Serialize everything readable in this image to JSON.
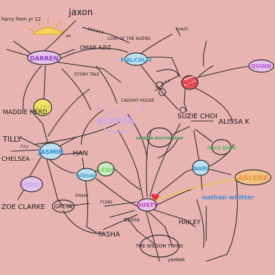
{
  "nodes": {
    "jaxon": {
      "name": "jaxon"
    },
    "harry": {
      "name": "harry from yr 12"
    },
    "darren": {
      "name": "DARREN",
      "color": "#8a3fc6"
    },
    "omar": {
      "name": "OMAR AZIZ"
    },
    "amy": {
      "name": "AMY",
      "color": "#d8c94a"
    },
    "maddie": {
      "name": "MADDIE HERD"
    },
    "malcolm": {
      "name": "MALCOLM",
      "color": "#3f9ac8"
    },
    "harper": {
      "name": "HARPER",
      "color": "#c8a8e8"
    },
    "jasmin": {
      "name": "JASMIN",
      "color": "#2f8bd6"
    },
    "tilly": {
      "name": "TILLY"
    },
    "chelsea": {
      "name": "CHELSEA"
    },
    "han": {
      "name": "HAN"
    },
    "allison": {
      "name": "allison",
      "color": "#3f9ac8"
    },
    "leah": {
      "name": "LEAH",
      "color": "#7ec86a"
    },
    "missy": {
      "name": "MISSY",
      "color": "#c8a8e8"
    },
    "greta": {
      "name": "GRETA"
    },
    "zoe": {
      "name": "ZOE CLARKE"
    },
    "suzie": {
      "name": "SUZIE CHOI"
    },
    "alissa": {
      "name": "ALISSA K"
    },
    "quinn": {
      "name": "QUINN",
      "color": "#b45ad8"
    },
    "fred": {
      "name": "FRED",
      "color": "#d83a4a"
    },
    "nari": {
      "name": "NARI",
      "color": "#3f9ac8"
    },
    "arlene": {
      "name": "ARLENE",
      "color": "#e89a3a"
    },
    "nathan": {
      "name": "nathan whitter",
      "color": "#4a8ad6"
    },
    "dusty": {
      "name": "DUSTY",
      "color": "#c03aa8"
    },
    "hailey": {
      "name": "HAILEY"
    },
    "tasha": {
      "name": "TASHA"
    },
    "wilson": {
      "name": "THE WILSON TWINS"
    },
    "olivia": {
      "name": "OLIVIA"
    },
    "mary": {
      "name": "mary good",
      "color": "#5ab86a"
    },
    "georgia": {
      "name": "GEORGIA WHITTINGHAM",
      "color": "#3a9a5a"
    }
  },
  "notes": {
    "love_of_the_aliens": "LOVE OF THE ALIENS",
    "stoney_tale": "STONY TALE",
    "ex": "ex",
    "coach": "coach",
    "fling": "FLING",
    "kisses": "kisses",
    "yankek": "yankek",
    "caught_house": "CAUGHT HOUSE"
  }
}
